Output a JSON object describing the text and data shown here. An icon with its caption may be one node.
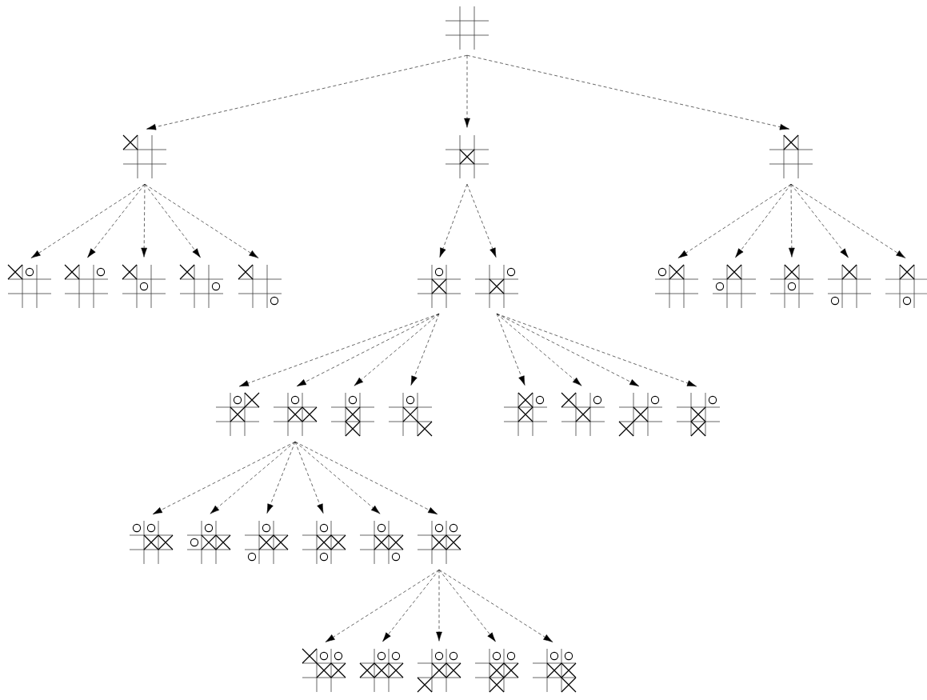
{
  "diagram": {
    "nodes": [
      {
        "text": [],
        "shape": "picture"
      },
      {
        "text": [],
        "shape": "picture"
      },
      {
        "text": [],
        "shape": "picture"
      },
      {
        "text": [],
        "shape": "picture"
      },
      {
        "text": [],
        "shape": "picture"
      },
      {
        "text": [],
        "shape": "picture"
      },
      {
        "text": [],
        "shape": "picture"
      },
      {
        "text": [],
        "shape": "picture"
      },
      {
        "text": [],
        "shape": "picture"
      },
      {
        "text": [],
        "shape": "picture"
      },
      {
        "text": [],
        "shape": "picture"
      },
      {
        "text": [],
        "shape": "picture"
      },
      {
        "text": [],
        "shape": "picture"
      },
      {
        "text": [],
        "shape": "picture"
      },
      {
        "text": [],
        "shape": "picture"
      },
      {
        "text": [],
        "shape": "picture"
      },
      {
        "text": [],
        "shape": "picture"
      },
      {
        "text": [],
        "shape": "picture"
      },
      {
        "text": [],
        "shape": "picture"
      },
      {
        "text": [],
        "shape": "picture"
      },
      {
        "text": [],
        "shape": "picture"
      },
      {
        "text": [],
        "shape": "picture"
      },
      {
        "text": [],
        "shape": "picture"
      },
      {
        "text": [],
        "shape": "picture"
      },
      {
        "text": [],
        "shape": "picture"
      },
      {
        "text": [],
        "shape": "picture"
      },
      {
        "text": [],
        "shape": "picture"
      },
      {
        "text": [],
        "shape": "picture"
      },
      {
        "text": [],
        "shape": "picture"
      },
      {
        "text": [],
        "shape": "picture"
      },
      {
        "text": [],
        "shape": "picture"
      },
      {
        "text": [],
        "shape": "picture"
      },
      {
        "text": [],
        "shape": "picture"
      },
      {
        "text": [],
        "shape": "picture"
      },
      {
        "text": [],
        "shape": "picture"
      }
    ],
    "edges": [
      {
        "from": 0,
        "to": 1,
        "arrow": "to",
        "style": "dashed"
      },
      {
        "from": 0,
        "to": 2,
        "arrow": "to",
        "style": "dashed"
      },
      {
        "from": 0,
        "to": 3,
        "arrow": "to",
        "style": "dashed"
      },
      {
        "from": 1,
        "to": 4,
        "arrow": "to",
        "style": "dashed"
      },
      {
        "from": 1,
        "to": 5,
        "arrow": "to",
        "style": "dashed"
      },
      {
        "from": 1,
        "to": 6,
        "arrow": "to",
        "style": "dashed"
      },
      {
        "from": 1,
        "to": 7,
        "arrow": "to",
        "style": "dashed"
      },
      {
        "from": 1,
        "to": 8,
        "arrow": "to",
        "style": "dashed"
      },
      {
        "from": 2,
        "to": 9,
        "arrow": "to",
        "style": "dashed"
      },
      {
        "from": 2,
        "to": 10,
        "arrow": "to",
        "style": "dashed"
      },
      {
        "from": 3,
        "to": 11,
        "arrow": "to",
        "style": "dashed"
      },
      {
        "from": 3,
        "to": 12,
        "arrow": "to",
        "style": "dashed"
      },
      {
        "from": 3,
        "to": 13,
        "arrow": "to",
        "style": "dashed"
      },
      {
        "from": 3,
        "to": 14,
        "arrow": "to",
        "style": "dashed"
      },
      {
        "from": 3,
        "to": 15,
        "arrow": "to",
        "style": "dashed"
      },
      {
        "from": 9,
        "to": 16,
        "arrow": "to",
        "style": "dashed"
      },
      {
        "from": 9,
        "to": 17,
        "arrow": "to",
        "style": "dashed"
      },
      {
        "from": 9,
        "to": 18,
        "arrow": "to",
        "style": "dashed"
      },
      {
        "from": 9,
        "to": 19,
        "arrow": "to",
        "style": "dashed"
      },
      {
        "from": 10,
        "to": 20,
        "arrow": "to",
        "style": "dashed"
      },
      {
        "from": 10,
        "to": 21,
        "arrow": "to",
        "style": "dashed"
      },
      {
        "from": 10,
        "to": 22,
        "arrow": "to",
        "style": "dashed"
      },
      {
        "from": 10,
        "to": 23,
        "arrow": "to",
        "style": "dashed"
      },
      {
        "from": 17,
        "to": 24,
        "arrow": "to",
        "style": "dashed"
      },
      {
        "from": 17,
        "to": 25,
        "arrow": "to",
        "style": "dashed"
      },
      {
        "from": 17,
        "to": 26,
        "arrow": "to",
        "style": "dashed"
      },
      {
        "from": 17,
        "to": 27,
        "arrow": "to",
        "style": "dashed"
      },
      {
        "from": 17,
        "to": 28,
        "arrow": "to",
        "style": "dashed"
      },
      {
        "from": 17,
        "to": 29,
        "arrow": "to",
        "style": "dashed"
      },
      {
        "from": 29,
        "to": 30,
        "arrow": "to",
        "style": "dashed"
      },
      {
        "from": 29,
        "to": 31,
        "arrow": "to",
        "style": "dashed"
      },
      {
        "from": 29,
        "to": 32,
        "arrow": "to",
        "style": "dashed"
      },
      {
        "from": 29,
        "to": 33,
        "arrow": "to",
        "style": "dashed"
      },
      {
        "from": 29,
        "to": 34,
        "arrow": "to",
        "style": "dashed"
      }
    ]
  }
}
